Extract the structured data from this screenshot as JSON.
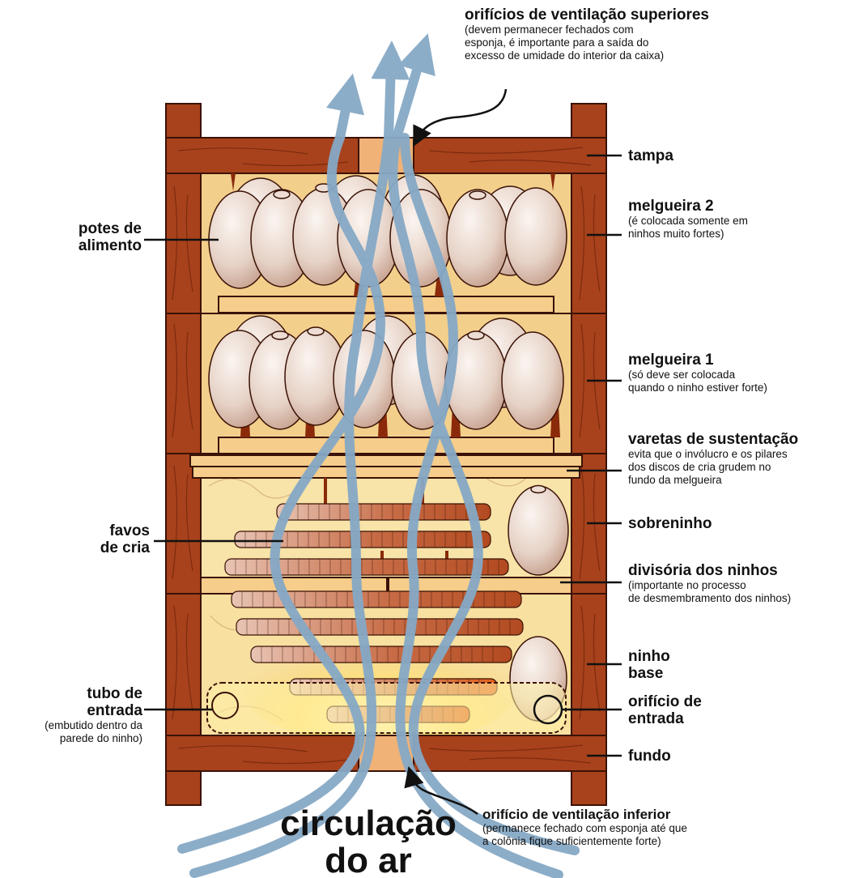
{
  "labels": {
    "top_vents": {
      "title": "orifícios de ventilação superiores",
      "lines": [
        "(devem permanecer fechados com",
        "esponja, é importante para a saída do",
        "excesso de umidade do interior da caixa)"
      ]
    },
    "tampa": "tampa",
    "melgueira2": {
      "title": "melgueira 2",
      "lines": [
        "(é colocada somente em",
        "ninhos muito fortes)"
      ]
    },
    "potes": [
      "potes de",
      "alimento"
    ],
    "melgueira1": {
      "title": "melgueira 1",
      "lines": [
        "(só deve ser colocada",
        "quando o ninho estiver forte)"
      ]
    },
    "varetas": {
      "title": "varetas de sustentação",
      "lines": [
        "evita que o invólucro e os pilares",
        "dos discos de cria grudem no",
        "fundo da melgueira"
      ]
    },
    "favos": [
      "favos",
      "de cria"
    ],
    "sobreninho": "sobreninho",
    "divisoria": {
      "title": "divisória dos ninhos",
      "lines": [
        "(importante no processo",
        "de desmembramento dos ninhos)"
      ]
    },
    "ninho_base": [
      "ninho",
      "base"
    ],
    "tubo": {
      "title": [
        "tubo de",
        "entrada"
      ],
      "lines": [
        "(embutido dentro da",
        "parede do ninho)"
      ]
    },
    "orificio_entrada": [
      "orifício de",
      "entrada"
    ],
    "fundo": "fundo",
    "bottom_vent": {
      "title": "orifício de ventilação inferior",
      "lines": [
        "(permanece fechado com esponja até que",
        "a colônia fique suficientemente forte)"
      ]
    },
    "circulacao": [
      "circulação",
      "do ar"
    ]
  },
  "colors": {
    "wood": "#a8421c",
    "wood_outline": "#3a1206",
    "chamber": "#f3cf8c",
    "pot": "#e9d7cc",
    "brood": "#c9653a",
    "air": "#86a9c6"
  }
}
